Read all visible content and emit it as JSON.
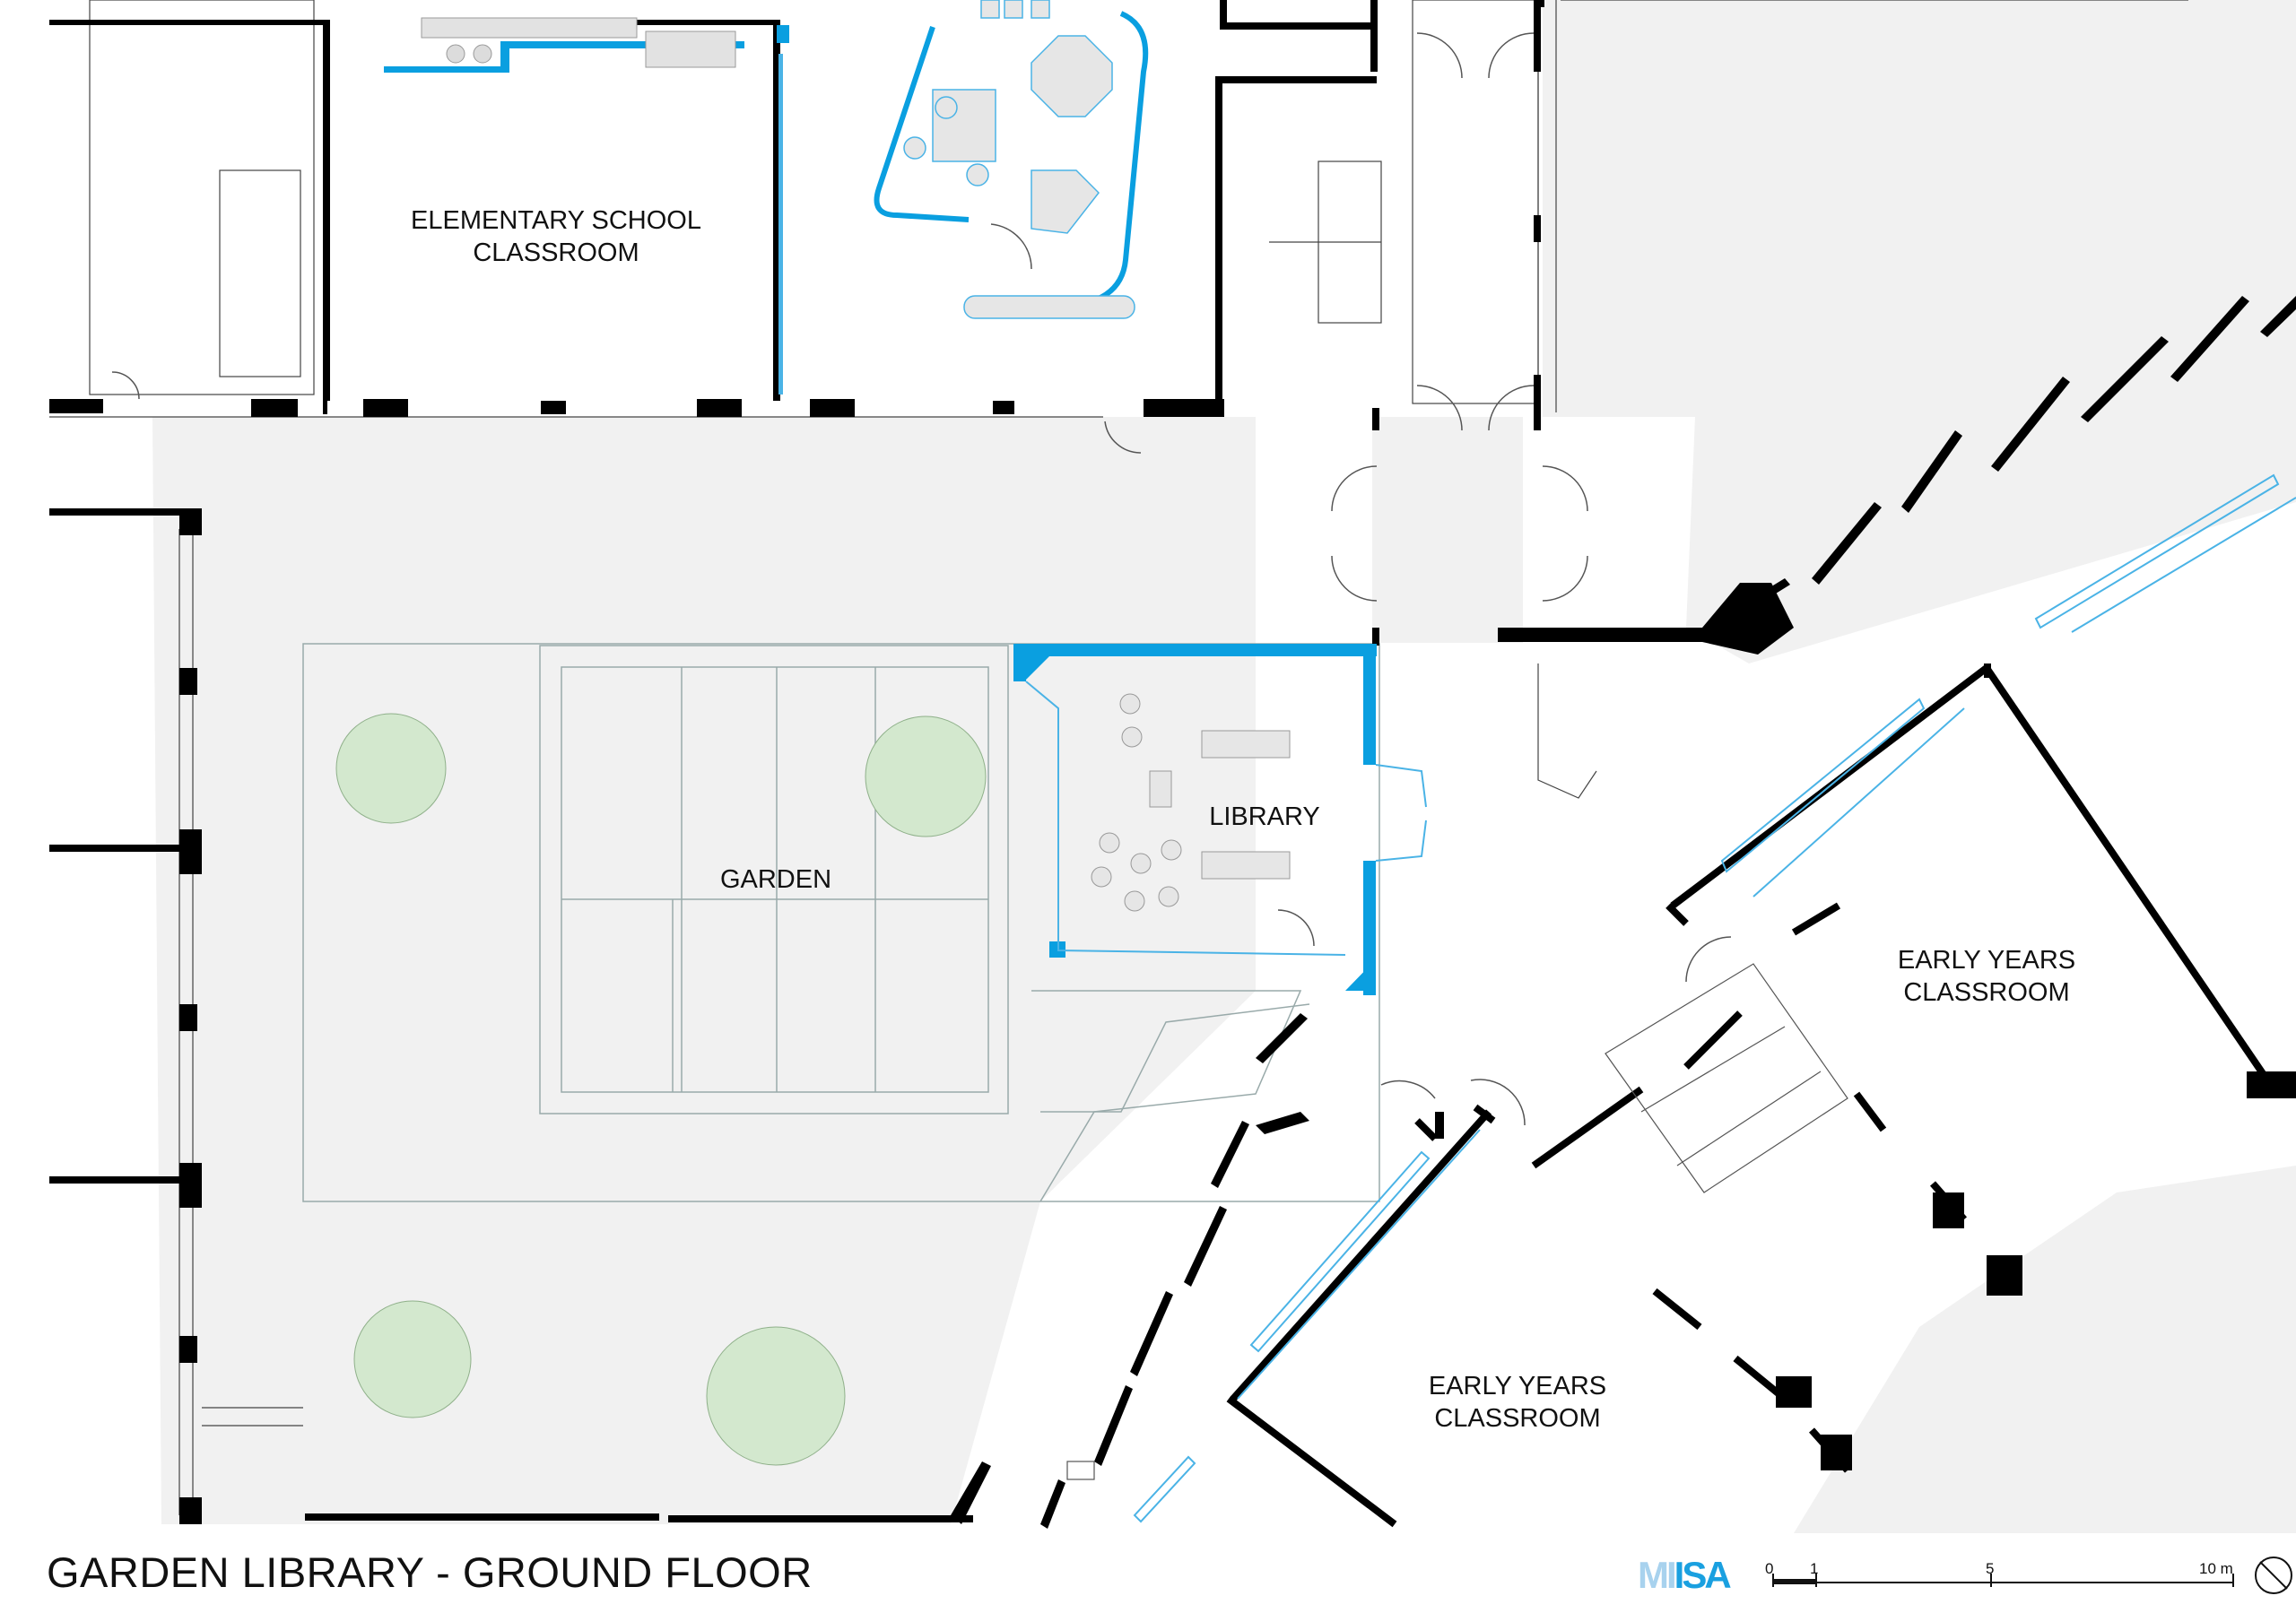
{
  "title": "GARDEN LIBRARY - GROUND FLOOR",
  "logo": {
    "part1": "MI",
    "part2": "ISA"
  },
  "rooms": {
    "elementary": {
      "line1": "ELEMENTARY SCHOOL",
      "line2": "CLASSROOM"
    },
    "library": {
      "line1": "LIBRARY"
    },
    "garden": {
      "line1": "GARDEN"
    },
    "early_years_right": {
      "line1": "EARLY YEARS",
      "line2": "CLASSROOM"
    },
    "early_years_bottom": {
      "line1": "EARLY YEARS",
      "line2": "CLASSROOM"
    }
  },
  "scale_bar": {
    "t0": "0",
    "t1": "1",
    "t5": "5",
    "t10": "10 m"
  },
  "colors": {
    "wall": "#000000",
    "accent": "#0a9fe0",
    "tree": "#d3e8ce",
    "floor": "#f1f1f1"
  },
  "icons": {
    "north": "north-arrow-icon"
  }
}
